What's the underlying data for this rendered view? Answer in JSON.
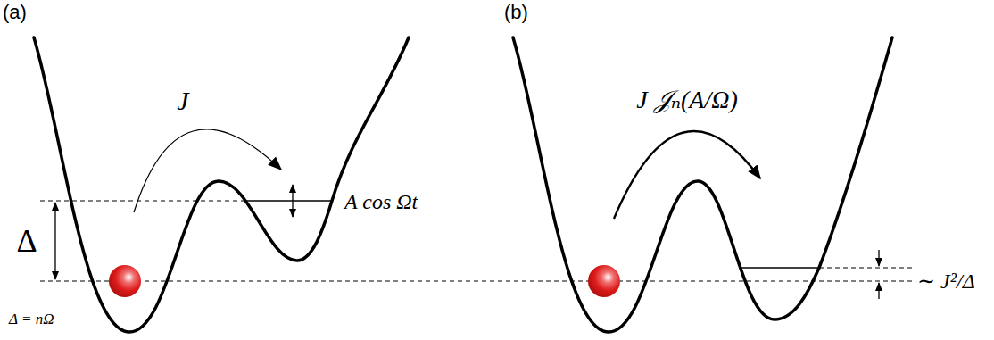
{
  "diagram": {
    "labels": [
      "(a)",
      "(b)",
      "J",
      "J 𝒥ₙ(A/Ω)",
      "A cos Ωt",
      "Δ",
      "∼ J²/Δ",
      "Δ = nΩ"
    ]
  }
}
